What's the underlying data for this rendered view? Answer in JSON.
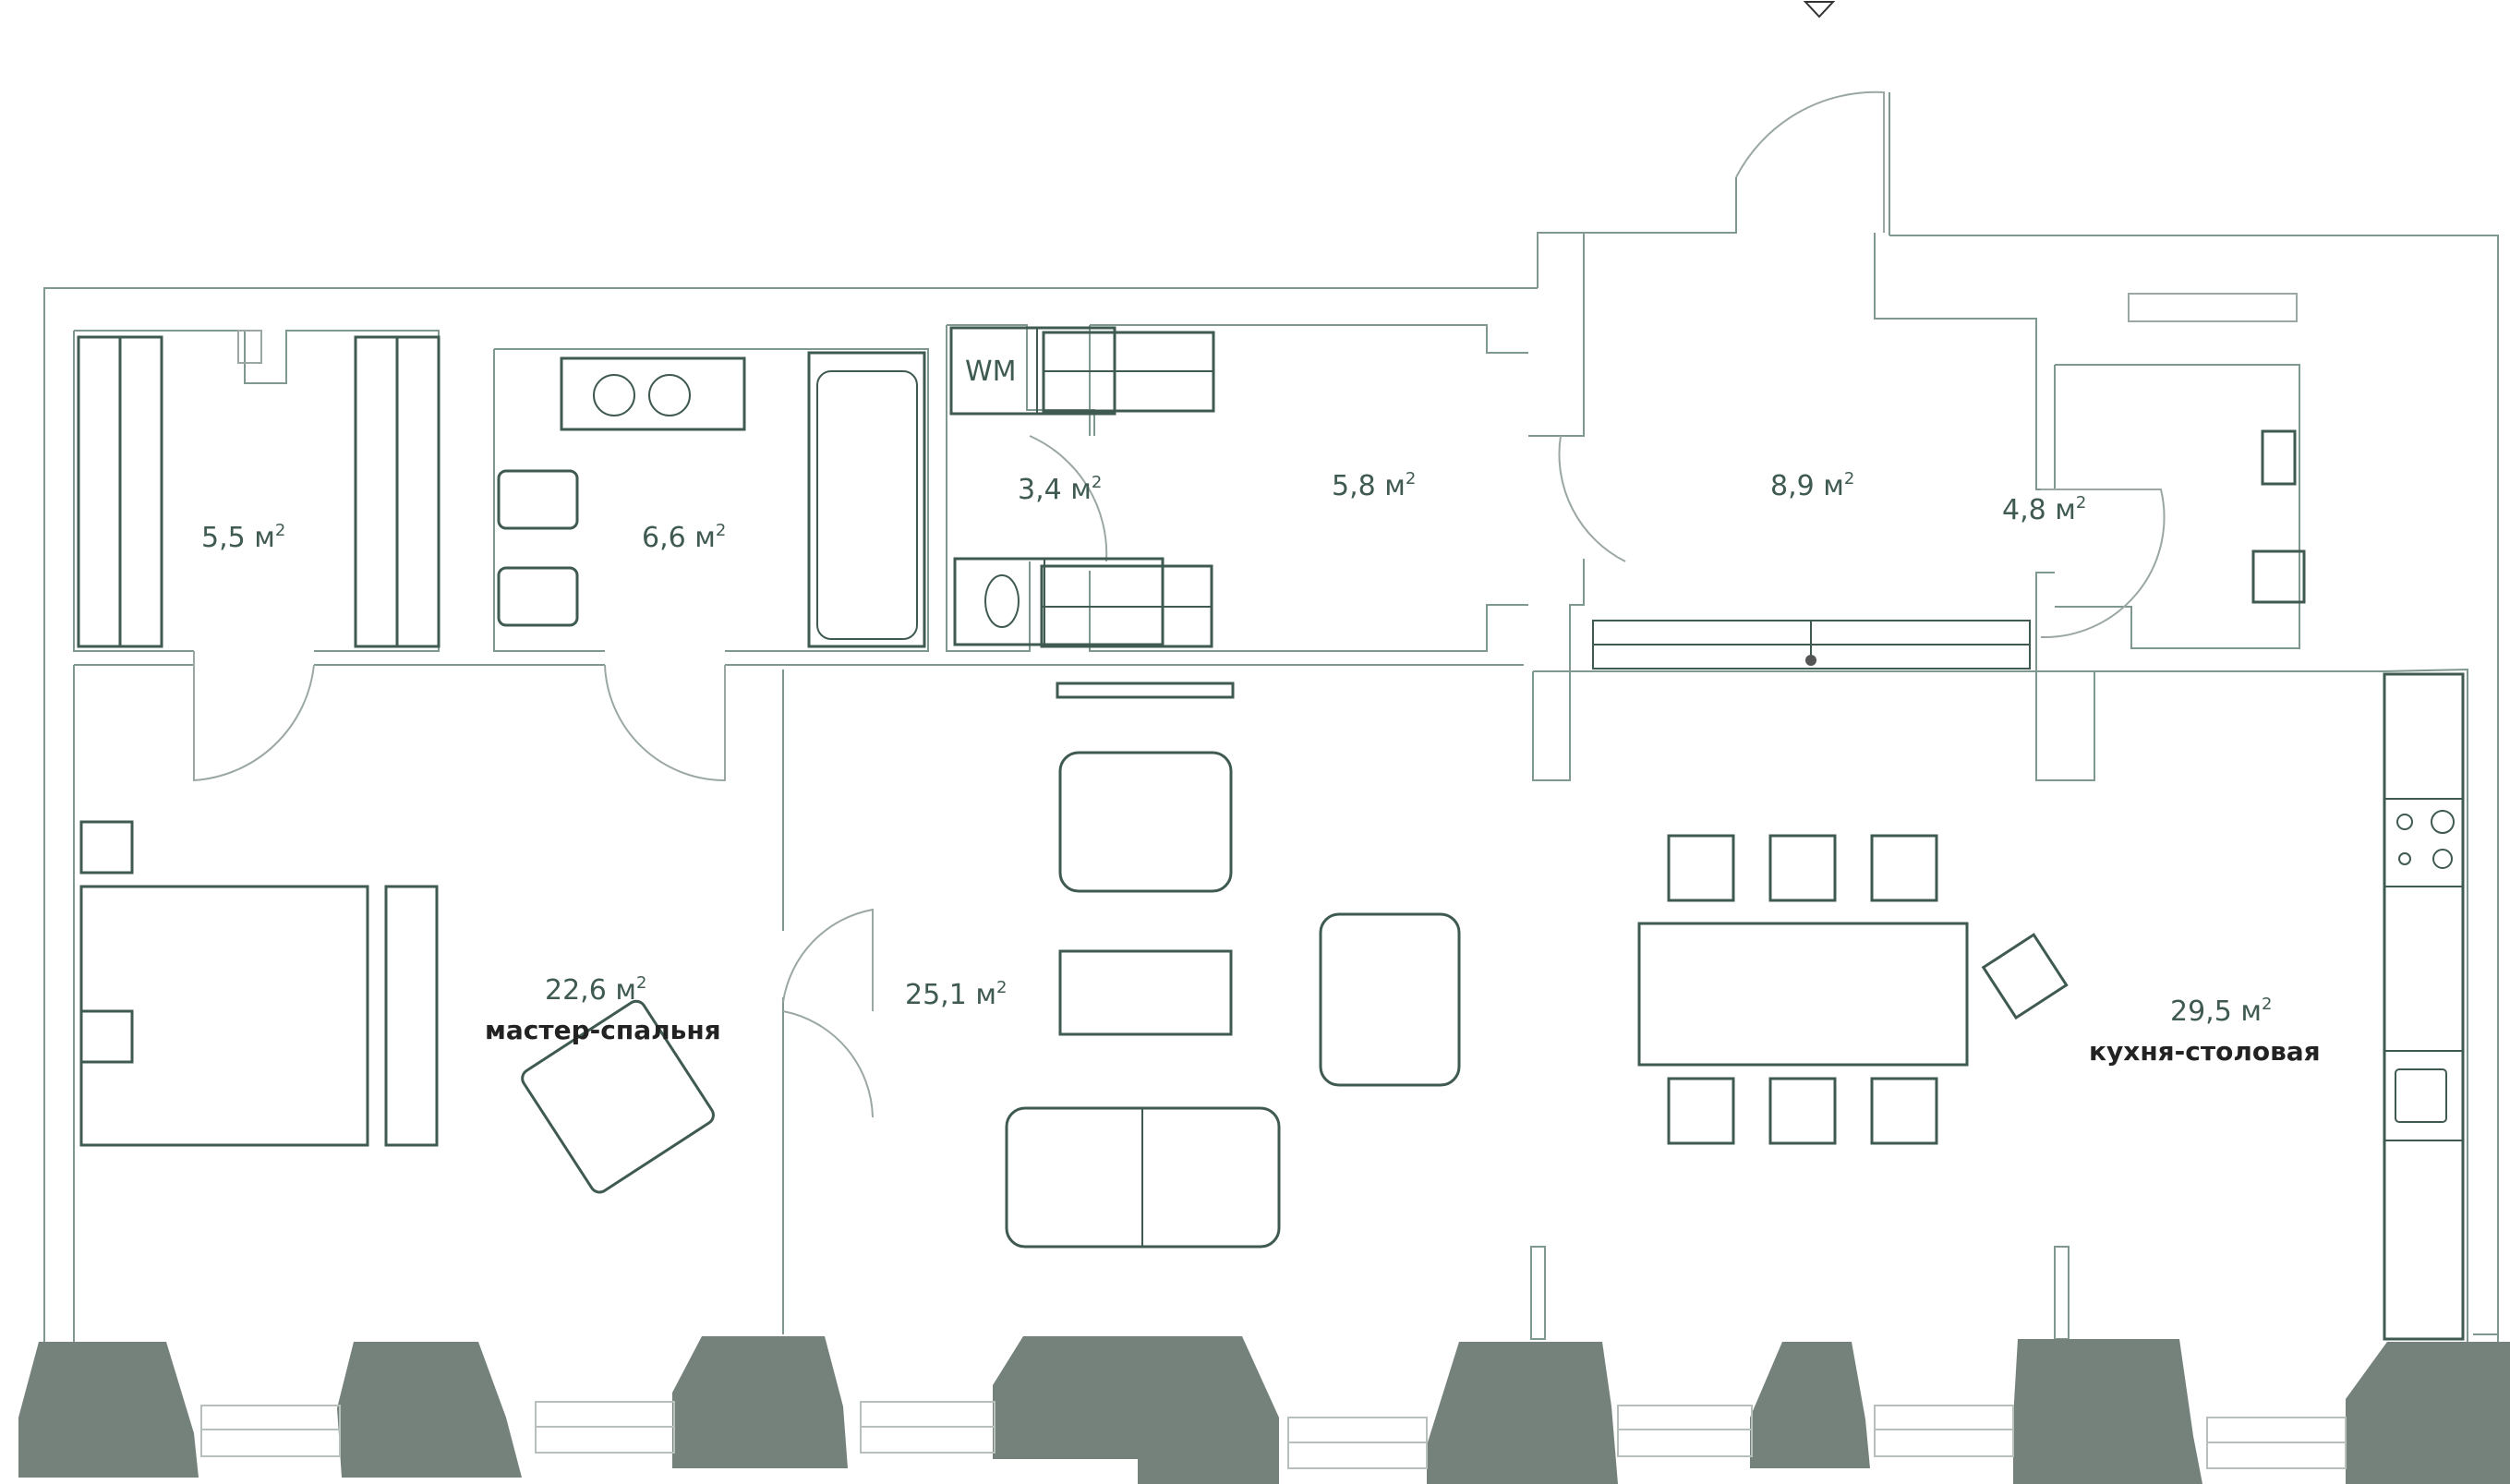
{
  "plan": {
    "rooms": [
      {
        "id": "wardrobe",
        "area": "5,5",
        "unit": "м",
        "sup": "2"
      },
      {
        "id": "bathroom",
        "area": "6,6",
        "unit": "м",
        "sup": "2"
      },
      {
        "id": "laundry",
        "area": "3,4",
        "unit": "м",
        "sup": "2"
      },
      {
        "id": "dressing",
        "area": "5,8",
        "unit": "м",
        "sup": "2"
      },
      {
        "id": "hall",
        "area": "8,9",
        "unit": "м",
        "sup": "2"
      },
      {
        "id": "wc",
        "area": "4,8",
        "unit": "м",
        "sup": "2"
      },
      {
        "id": "master-bedroom",
        "area": "22,6",
        "unit": "м",
        "sup": "2",
        "name": "мастер-спальня"
      },
      {
        "id": "living",
        "area": "25,1",
        "unit": "м",
        "sup": "2"
      },
      {
        "id": "kitchen-dining",
        "area": "29,5",
        "unit": "м",
        "sup": "2",
        "name": "кухня-столовая"
      }
    ],
    "washer_label": "WM",
    "entrance_marker": "entrance-triangle-icon",
    "colors": {
      "wall": "#7f9890",
      "furniture": "#3f5a50",
      "column": "#75827b",
      "label": "#3f5a50",
      "name": "#222222"
    }
  }
}
